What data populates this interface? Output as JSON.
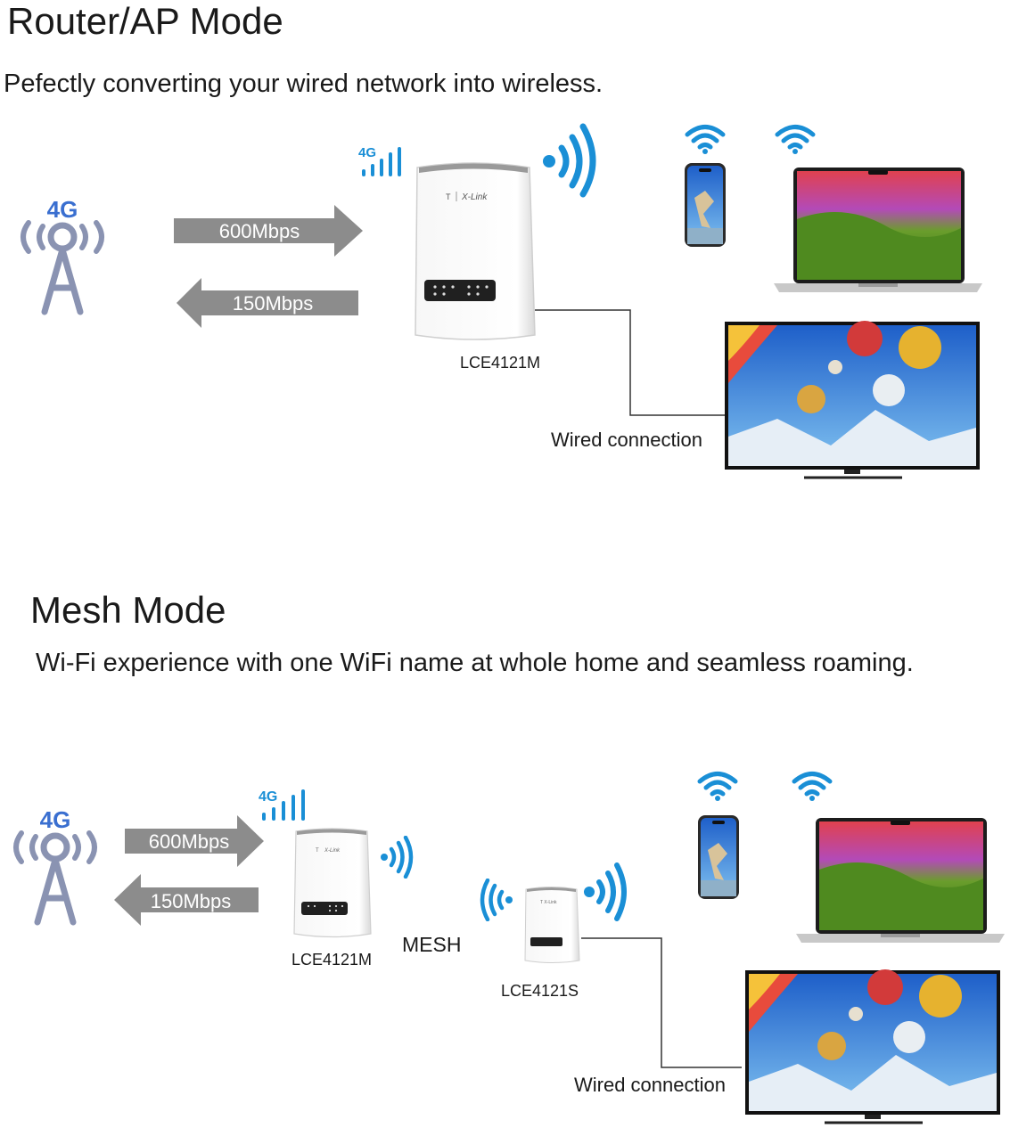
{
  "router_section": {
    "title": "Router/AP Mode",
    "subtitle": "Pefectly converting your wired network into wireless.",
    "tower_label": "4G",
    "router_signal_label": "4G",
    "down_speed": "600Mbps",
    "up_speed": "150Mbps",
    "router_brand": "X-Link",
    "router_model": "LCE4121M",
    "wired_label": "Wired connection"
  },
  "mesh_section": {
    "title": "Mesh Mode",
    "subtitle": "Wi-Fi experience with one WiFi name at whole home and seamless roaming.",
    "tower_label": "4G",
    "router_signal_label": "4G",
    "down_speed": "600Mbps",
    "up_speed": "150Mbps",
    "main_router_model": "LCE4121M",
    "mesh_label": "MESH",
    "satellite_model": "LCE4121S",
    "wired_label": "Wired connection"
  },
  "colors": {
    "arrow_gray": "#8c8c8c",
    "wifi_blue": "#1a8fd6",
    "tower_gray": "#8a93b2",
    "tower_label_blue": "#3a6fd0"
  },
  "icons": [
    "cell-tower-icon",
    "wifi-icon",
    "signal-bars-icon",
    "router-icon",
    "phone-icon",
    "laptop-icon",
    "tv-icon"
  ]
}
